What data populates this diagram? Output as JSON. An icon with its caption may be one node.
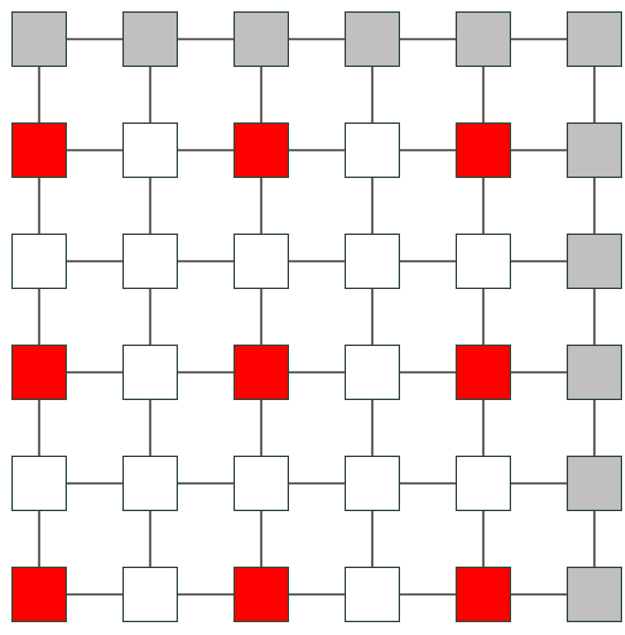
{
  "diagram": {
    "nodes": [
      {
        "text": [],
        "shape": "box"
      },
      {
        "text": [],
        "shape": "box"
      },
      {
        "text": [],
        "shape": "box"
      },
      {
        "text": [],
        "shape": "box"
      },
      {
        "text": [],
        "shape": "box"
      },
      {
        "text": [],
        "shape": "box"
      },
      {
        "text": [],
        "shape": "box"
      },
      {
        "text": [],
        "shape": "box"
      },
      {
        "text": [],
        "shape": "box"
      },
      {
        "text": [],
        "shape": "box"
      },
      {
        "text": [],
        "shape": "box"
      },
      {
        "text": [],
        "shape": "box"
      },
      {
        "text": [],
        "shape": "box"
      },
      {
        "text": [],
        "shape": "box"
      },
      {
        "text": [],
        "shape": "box"
      },
      {
        "text": [],
        "shape": "box"
      },
      {
        "text": [],
        "shape": "box"
      },
      {
        "text": [],
        "shape": "box"
      },
      {
        "text": [],
        "shape": "box"
      },
      {
        "text": [],
        "shape": "box"
      },
      {
        "text": [],
        "shape": "box"
      },
      {
        "text": [],
        "shape": "box"
      },
      {
        "text": [],
        "shape": "box"
      },
      {
        "text": [],
        "shape": "box"
      },
      {
        "text": [],
        "shape": "box"
      },
      {
        "text": [],
        "shape": "box"
      },
      {
        "text": [],
        "shape": "box"
      },
      {
        "text": [],
        "shape": "box"
      },
      {
        "text": [],
        "shape": "box"
      },
      {
        "text": [],
        "shape": "box"
      },
      {
        "text": [],
        "shape": "box"
      },
      {
        "text": [],
        "shape": "box"
      },
      {
        "text": [],
        "shape": "box"
      },
      {
        "text": [],
        "shape": "box"
      },
      {
        "text": [],
        "shape": "box"
      },
      {
        "text": [],
        "shape": "box"
      }
    ],
    "edges": [
      {
        "from": 0,
        "to": 1,
        "arrow": "none"
      },
      {
        "from": 1,
        "to": 2,
        "arrow": "none"
      },
      {
        "from": 2,
        "to": 3,
        "arrow": "none"
      },
      {
        "from": 3,
        "to": 4,
        "arrow": "none"
      },
      {
        "from": 4,
        "to": 5,
        "arrow": "none"
      },
      {
        "from": 0,
        "to": 6,
        "arrow": "none"
      },
      {
        "from": 1,
        "to": 7,
        "arrow": "none"
      },
      {
        "from": 2,
        "to": 8,
        "arrow": "none"
      },
      {
        "from": 3,
        "to": 9,
        "arrow": "none"
      },
      {
        "from": 4,
        "to": 10,
        "arrow": "none"
      },
      {
        "from": 5,
        "to": 11,
        "arrow": "none"
      },
      {
        "from": 6,
        "to": 7,
        "arrow": "none"
      },
      {
        "from": 7,
        "to": 8,
        "arrow": "none"
      },
      {
        "from": 8,
        "to": 9,
        "arrow": "none"
      },
      {
        "from": 9,
        "to": 10,
        "arrow": "none"
      },
      {
        "from": 10,
        "to": 11,
        "arrow": "none"
      },
      {
        "from": 6,
        "to": 12,
        "arrow": "none"
      },
      {
        "from": 7,
        "to": 13,
        "arrow": "none"
      },
      {
        "from": 8,
        "to": 14,
        "arrow": "none"
      },
      {
        "from": 9,
        "to": 15,
        "arrow": "none"
      },
      {
        "from": 10,
        "to": 16,
        "arrow": "none"
      },
      {
        "from": 11,
        "to": 17,
        "arrow": "none"
      },
      {
        "from": 12,
        "to": 13,
        "arrow": "none"
      },
      {
        "from": 13,
        "to": 14,
        "arrow": "none"
      },
      {
        "from": 14,
        "to": 15,
        "arrow": "none"
      },
      {
        "from": 15,
        "to": 16,
        "arrow": "none"
      },
      {
        "from": 16,
        "to": 17,
        "arrow": "none"
      },
      {
        "from": 12,
        "to": 18,
        "arrow": "none"
      },
      {
        "from": 13,
        "to": 19,
        "arrow": "none"
      },
      {
        "from": 14,
        "to": 20,
        "arrow": "none"
      },
      {
        "from": 15,
        "to": 21,
        "arrow": "none"
      },
      {
        "from": 16,
        "to": 22,
        "arrow": "none"
      },
      {
        "from": 17,
        "to": 23,
        "arrow": "none"
      },
      {
        "from": 18,
        "to": 19,
        "arrow": "none"
      },
      {
        "from": 19,
        "to": 20,
        "arrow": "none"
      },
      {
        "from": 20,
        "to": 21,
        "arrow": "none"
      },
      {
        "from": 21,
        "to": 22,
        "arrow": "none"
      },
      {
        "from": 22,
        "to": 23,
        "arrow": "none"
      },
      {
        "from": 18,
        "to": 24,
        "arrow": "none"
      },
      {
        "from": 19,
        "to": 25,
        "arrow": "none"
      },
      {
        "from": 20,
        "to": 26,
        "arrow": "none"
      },
      {
        "from": 21,
        "to": 27,
        "arrow": "none"
      },
      {
        "from": 22,
        "to": 28,
        "arrow": "none"
      },
      {
        "from": 23,
        "to": 29,
        "arrow": "none"
      },
      {
        "from": 24,
        "to": 25,
        "arrow": "none"
      },
      {
        "from": 25,
        "to": 26,
        "arrow": "none"
      },
      {
        "from": 26,
        "to": 27,
        "arrow": "none"
      },
      {
        "from": 27,
        "to": 28,
        "arrow": "none"
      },
      {
        "from": 28,
        "to": 29,
        "arrow": "none"
      },
      {
        "from": 24,
        "to": 30,
        "arrow": "none"
      },
      {
        "from": 25,
        "to": 31,
        "arrow": "none"
      },
      {
        "from": 26,
        "to": 32,
        "arrow": "none"
      },
      {
        "from": 27,
        "to": 33,
        "arrow": "none"
      },
      {
        "from": 28,
        "to": 34,
        "arrow": "none"
      },
      {
        "from": 29,
        "to": 35,
        "arrow": "none"
      },
      {
        "from": 30,
        "to": 31,
        "arrow": "none"
      },
      {
        "from": 31,
        "to": 32,
        "arrow": "none"
      },
      {
        "from": 32,
        "to": 33,
        "arrow": "none"
      },
      {
        "from": 33,
        "to": 34,
        "arrow": "none"
      },
      {
        "from": 34,
        "to": 35,
        "arrow": "none"
      }
    ]
  }
}
